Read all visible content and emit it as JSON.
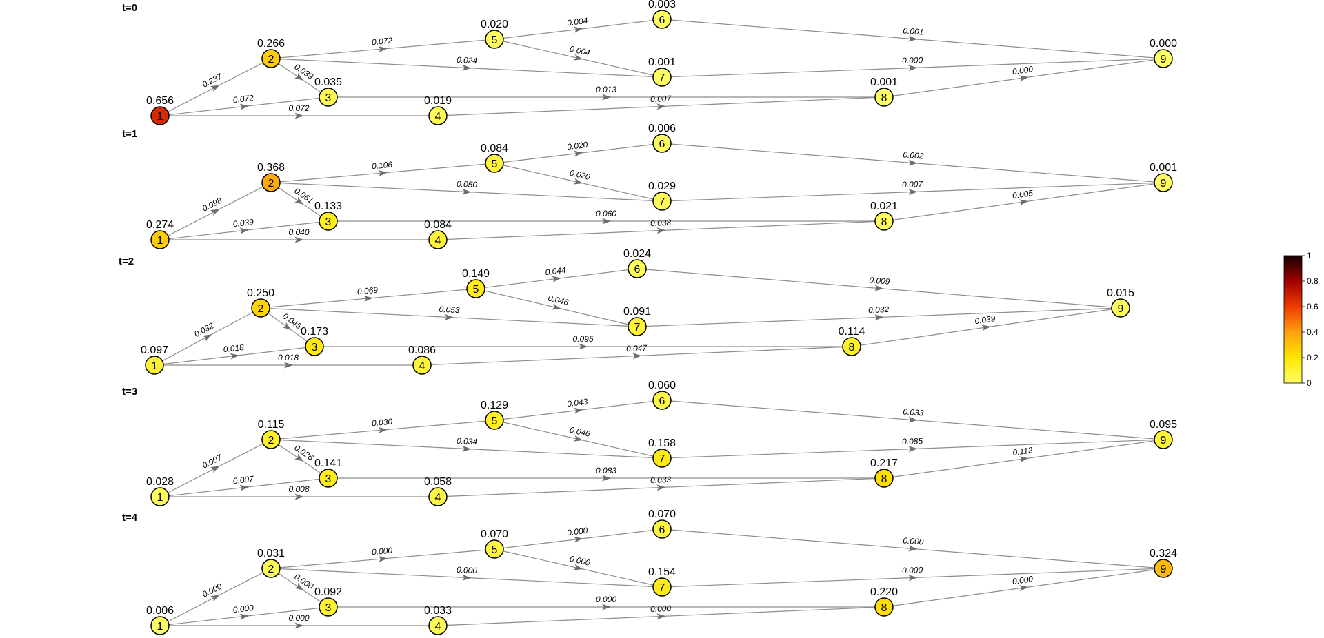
{
  "colorbar": {
    "ticks": [
      "1",
      "0.8",
      "0.6",
      "0.4",
      "0.2",
      "0"
    ]
  },
  "steps": [
    {
      "label": "t=0",
      "nodes": [
        {
          "id": "1",
          "value": "0.656"
        },
        {
          "id": "2",
          "value": "0.266"
        },
        {
          "id": "3",
          "value": "0.035"
        },
        {
          "id": "4",
          "value": "0.019"
        },
        {
          "id": "5",
          "value": "0.020"
        },
        {
          "id": "6",
          "value": "0.003"
        },
        {
          "id": "7",
          "value": "0.001"
        },
        {
          "id": "8",
          "value": "0.001"
        },
        {
          "id": "9",
          "value": "0.000"
        }
      ],
      "edges": [
        {
          "from": "1",
          "to": "2",
          "value": "0.237"
        },
        {
          "from": "1",
          "to": "3",
          "value": "0.072"
        },
        {
          "from": "1",
          "to": "4",
          "value": "0.072"
        },
        {
          "from": "2",
          "to": "5",
          "value": "0.072"
        },
        {
          "from": "2",
          "to": "3",
          "value": "0.039"
        },
        {
          "from": "2",
          "to": "7",
          "value": "0.024"
        },
        {
          "from": "5",
          "to": "6",
          "value": "0.004"
        },
        {
          "from": "5",
          "to": "7",
          "value": "0.004"
        },
        {
          "from": "3",
          "to": "8",
          "value": "0.013"
        },
        {
          "from": "4",
          "to": "8",
          "value": "0.007"
        },
        {
          "from": "6",
          "to": "9",
          "value": "0.001"
        },
        {
          "from": "7",
          "to": "9",
          "value": "0.000"
        },
        {
          "from": "8",
          "to": "9",
          "value": "0.000"
        }
      ]
    },
    {
      "label": "t=1",
      "nodes": [
        {
          "id": "1",
          "value": "0.274"
        },
        {
          "id": "2",
          "value": "0.368"
        },
        {
          "id": "3",
          "value": "0.133"
        },
        {
          "id": "4",
          "value": "0.084"
        },
        {
          "id": "5",
          "value": "0.084"
        },
        {
          "id": "6",
          "value": "0.006"
        },
        {
          "id": "7",
          "value": "0.029"
        },
        {
          "id": "8",
          "value": "0.021"
        },
        {
          "id": "9",
          "value": "0.001"
        }
      ],
      "edges": [
        {
          "from": "1",
          "to": "2",
          "value": "0.098"
        },
        {
          "from": "1",
          "to": "3",
          "value": "0.039"
        },
        {
          "from": "1",
          "to": "4",
          "value": "0.040"
        },
        {
          "from": "2",
          "to": "5",
          "value": "0.106"
        },
        {
          "from": "2",
          "to": "3",
          "value": "0.061"
        },
        {
          "from": "2",
          "to": "7",
          "value": "0.050"
        },
        {
          "from": "5",
          "to": "6",
          "value": "0.020"
        },
        {
          "from": "5",
          "to": "7",
          "value": "0.020"
        },
        {
          "from": "3",
          "to": "8",
          "value": "0.060"
        },
        {
          "from": "4",
          "to": "8",
          "value": "0.038"
        },
        {
          "from": "6",
          "to": "9",
          "value": "0.002"
        },
        {
          "from": "7",
          "to": "9",
          "value": "0.007"
        },
        {
          "from": "8",
          "to": "9",
          "value": "0.005"
        }
      ]
    },
    {
      "label": "t=2",
      "nodes": [
        {
          "id": "1",
          "value": "0.097"
        },
        {
          "id": "2",
          "value": "0.250"
        },
        {
          "id": "3",
          "value": "0.173"
        },
        {
          "id": "4",
          "value": "0.086"
        },
        {
          "id": "5",
          "value": "0.149"
        },
        {
          "id": "6",
          "value": "0.024"
        },
        {
          "id": "7",
          "value": "0.091"
        },
        {
          "id": "8",
          "value": "0.114"
        },
        {
          "id": "9",
          "value": "0.015"
        }
      ],
      "edges": [
        {
          "from": "1",
          "to": "2",
          "value": "0.032"
        },
        {
          "from": "1",
          "to": "3",
          "value": "0.018"
        },
        {
          "from": "1",
          "to": "4",
          "value": "0.018"
        },
        {
          "from": "2",
          "to": "5",
          "value": "0.069"
        },
        {
          "from": "2",
          "to": "3",
          "value": "0.045"
        },
        {
          "from": "2",
          "to": "7",
          "value": "0.053"
        },
        {
          "from": "5",
          "to": "6",
          "value": "0.044"
        },
        {
          "from": "5",
          "to": "7",
          "value": "0.046"
        },
        {
          "from": "3",
          "to": "8",
          "value": "0.095"
        },
        {
          "from": "4",
          "to": "8",
          "value": "0.047"
        },
        {
          "from": "6",
          "to": "9",
          "value": "0.009"
        },
        {
          "from": "7",
          "to": "9",
          "value": "0.032"
        },
        {
          "from": "8",
          "to": "9",
          "value": "0.039"
        }
      ]
    },
    {
      "label": "t=3",
      "nodes": [
        {
          "id": "1",
          "value": "0.028"
        },
        {
          "id": "2",
          "value": "0.115"
        },
        {
          "id": "3",
          "value": "0.141"
        },
        {
          "id": "4",
          "value": "0.058"
        },
        {
          "id": "5",
          "value": "0.129"
        },
        {
          "id": "6",
          "value": "0.060"
        },
        {
          "id": "7",
          "value": "0.158"
        },
        {
          "id": "8",
          "value": "0.217"
        },
        {
          "id": "9",
          "value": "0.095"
        }
      ],
      "edges": [
        {
          "from": "1",
          "to": "2",
          "value": "0.007"
        },
        {
          "from": "1",
          "to": "3",
          "value": "0.007"
        },
        {
          "from": "1",
          "to": "4",
          "value": "0.008"
        },
        {
          "from": "2",
          "to": "5",
          "value": "0.030"
        },
        {
          "from": "2",
          "to": "3",
          "value": "0.026"
        },
        {
          "from": "2",
          "to": "7",
          "value": "0.034"
        },
        {
          "from": "5",
          "to": "6",
          "value": "0.043"
        },
        {
          "from": "5",
          "to": "7",
          "value": "0.046"
        },
        {
          "from": "3",
          "to": "8",
          "value": "0.083"
        },
        {
          "from": "4",
          "to": "8",
          "value": "0.033"
        },
        {
          "from": "6",
          "to": "9",
          "value": "0.033"
        },
        {
          "from": "7",
          "to": "9",
          "value": "0.085"
        },
        {
          "from": "8",
          "to": "9",
          "value": "0.112"
        }
      ]
    },
    {
      "label": "t=4",
      "nodes": [
        {
          "id": "1",
          "value": "0.006"
        },
        {
          "id": "2",
          "value": "0.031"
        },
        {
          "id": "3",
          "value": "0.092"
        },
        {
          "id": "4",
          "value": "0.033"
        },
        {
          "id": "5",
          "value": "0.070"
        },
        {
          "id": "6",
          "value": "0.070"
        },
        {
          "id": "7",
          "value": "0.154"
        },
        {
          "id": "8",
          "value": "0.220"
        },
        {
          "id": "9",
          "value": "0.324"
        }
      ],
      "edges": [
        {
          "from": "1",
          "to": "2",
          "value": "0.000"
        },
        {
          "from": "1",
          "to": "3",
          "value": "0.000"
        },
        {
          "from": "1",
          "to": "4",
          "value": "0.000"
        },
        {
          "from": "2",
          "to": "5",
          "value": "0.000"
        },
        {
          "from": "2",
          "to": "3",
          "value": "0.000"
        },
        {
          "from": "2",
          "to": "7",
          "value": "0.000"
        },
        {
          "from": "5",
          "to": "6",
          "value": "0.000"
        },
        {
          "from": "5",
          "to": "7",
          "value": "0.000"
        },
        {
          "from": "3",
          "to": "8",
          "value": "0.000"
        },
        {
          "from": "4",
          "to": "8",
          "value": "0.000"
        },
        {
          "from": "6",
          "to": "9",
          "value": "0.000"
        },
        {
          "from": "7",
          "to": "9",
          "value": "0.000"
        },
        {
          "from": "8",
          "to": "9",
          "value": "0.000"
        }
      ]
    }
  ]
}
